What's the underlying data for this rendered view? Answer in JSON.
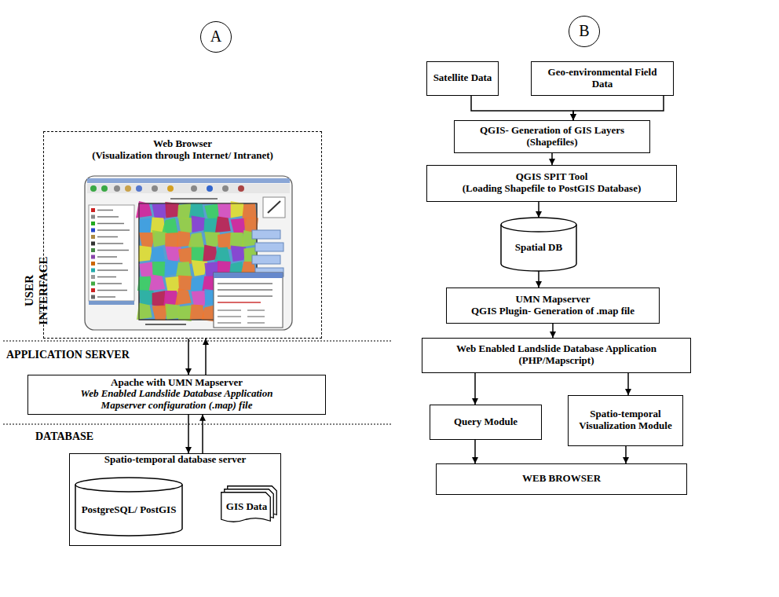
{
  "diagram": {
    "nodes": [
      {
        "text": [
          "A"
        ]
      },
      {
        "text": [
          "Web Browser",
          "(Visualization through Internet/ Intranet)"
        ]
      },
      {
        "text": [
          "Apache with UMN Mapserver",
          "Web Enabled Landslide Database Application",
          "Mapserver configuration (.map) file"
        ]
      },
      {
        "text": [
          "Spatio-temporal database server"
        ]
      },
      {
        "text": [
          "PostgreSQL/ PostGIS"
        ],
        "in": 3
      },
      {
        "text": [
          "GIS Data"
        ],
        "in": 3
      },
      {
        "text": [
          "B"
        ]
      },
      {
        "text": [
          "Satellite Data"
        ]
      },
      {
        "text": [
          "Geo-environmental Field Data"
        ]
      },
      {
        "text": [
          "QGIS- Generation of GIS Layers",
          "(Shapefiles)"
        ]
      },
      {
        "text": [
          "QGIS SPIT Tool",
          "(Loading Shapefile to PostGIS Database)"
        ]
      },
      {
        "text": [
          "Spatial DB"
        ]
      },
      {
        "text": [
          "UMN Mapserver",
          "QGIS Plugin- Generation of .map file"
        ]
      },
      {
        "text": [
          "Web Enabled Landslide Database Application",
          "(PHP/Mapscript)"
        ]
      },
      {
        "text": [
          "Query Module"
        ]
      },
      {
        "text": [
          "Spatio-temporal Visualization Module"
        ]
      },
      {
        "text": [
          "WEB BROWSER"
        ]
      }
    ],
    "edges": [
      {
        "from": 1,
        "to": 2,
        "arrow": "to"
      },
      {
        "from": 2,
        "to": 1,
        "arrow": "to"
      },
      {
        "from": 2,
        "to": 3,
        "arrow": "to"
      },
      {
        "from": 3,
        "to": 2,
        "arrow": "to"
      },
      {
        "from": 5,
        "to": 4,
        "arrow": "to"
      },
      {
        "from": 7,
        "to": 9,
        "arrow": "to"
      },
      {
        "from": 8,
        "to": 9,
        "arrow": "to"
      },
      {
        "from": 9,
        "to": 10,
        "arrow": "to"
      },
      {
        "from": 10,
        "to": 11,
        "arrow": "to"
      },
      {
        "from": 11,
        "to": 12,
        "arrow": "to"
      },
      {
        "from": 12,
        "to": 13,
        "arrow": "to"
      },
      {
        "from": 13,
        "to": 14,
        "arrow": "to"
      },
      {
        "from": 13,
        "to": 15,
        "arrow": "to"
      },
      {
        "from": 14,
        "to": 16,
        "arrow": "to"
      },
      {
        "from": 15,
        "to": 16,
        "arrow": "to"
      }
    ],
    "labels": [
      "USER INTERFACE",
      "APPLICATION SERVER",
      "DATABASE"
    ]
  }
}
